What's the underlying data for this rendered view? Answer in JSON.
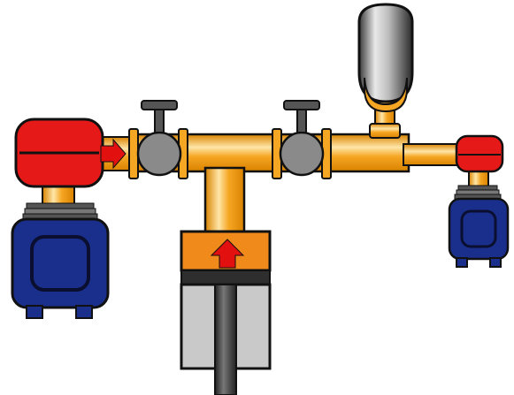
{
  "diagram": {
    "colors": {
      "pipe": "#f5a623",
      "pipe_highlight": "#ffe6a8",
      "pipe_shadow": "#d98200",
      "motor_red": "#e61919",
      "motor_blue": "#1a2f8c",
      "valve_gray": "#8a8a8a",
      "cylinder_gray": "#c9c9c9",
      "chamber_orange": "#f08a1a",
      "arrow_red": "#e31010",
      "outline": "#111111"
    },
    "components": [
      {
        "name": "left-pump-motor",
        "icon": "pump-motor-icon"
      },
      {
        "name": "right-pump-motor",
        "icon": "pump-motor-icon"
      },
      {
        "name": "left-gate-valve",
        "icon": "gate-valve-icon"
      },
      {
        "name": "right-gate-valve",
        "icon": "gate-valve-icon"
      },
      {
        "name": "accumulator-tank",
        "icon": "tank-icon"
      },
      {
        "name": "piston-cylinder",
        "icon": "cylinder-icon"
      },
      {
        "name": "flow-arrow-right",
        "icon": "arrow-right-icon"
      },
      {
        "name": "flow-arrow-up",
        "icon": "arrow-up-icon"
      }
    ]
  }
}
